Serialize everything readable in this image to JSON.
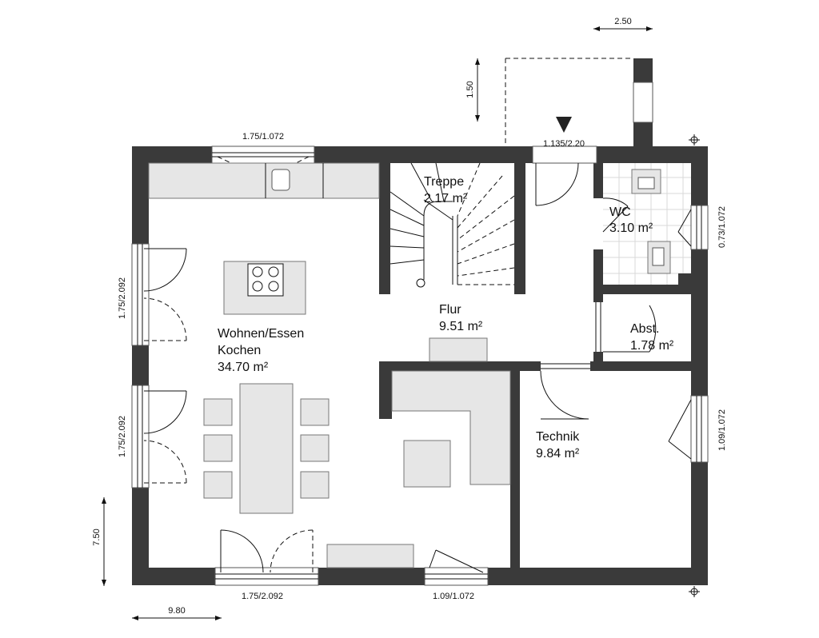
{
  "rooms": {
    "wohnen": {
      "name_line1": "Wohnen/Essen",
      "name_line2": "Kochen",
      "area": "34.70 m²"
    },
    "treppe": {
      "name": "Treppe",
      "area": "2.17 m²"
    },
    "wc": {
      "name": "WC",
      "area": "3.10 m²"
    },
    "flur": {
      "name": "Flur",
      "area": "9.51 m²"
    },
    "abst": {
      "name": "Abst.",
      "area": "1.78 m²"
    },
    "technik": {
      "name": "Technik",
      "area": "9.84 m²"
    }
  },
  "dimensions": {
    "top_window": "1.75/1.072",
    "entrance": "1.135/2.20",
    "canopy_width": "2.50",
    "canopy_depth": "1.50",
    "left_upper": "1.75/2.092",
    "left_lower": "1.75/2.092",
    "right_upper": "0.73/1.072",
    "right_lower": "1.09/1.072",
    "bottom_left": "1.75/2.092",
    "bottom_middle": "1.09/1.072",
    "overall_width": "9.80",
    "overall_depth": "7.50"
  }
}
